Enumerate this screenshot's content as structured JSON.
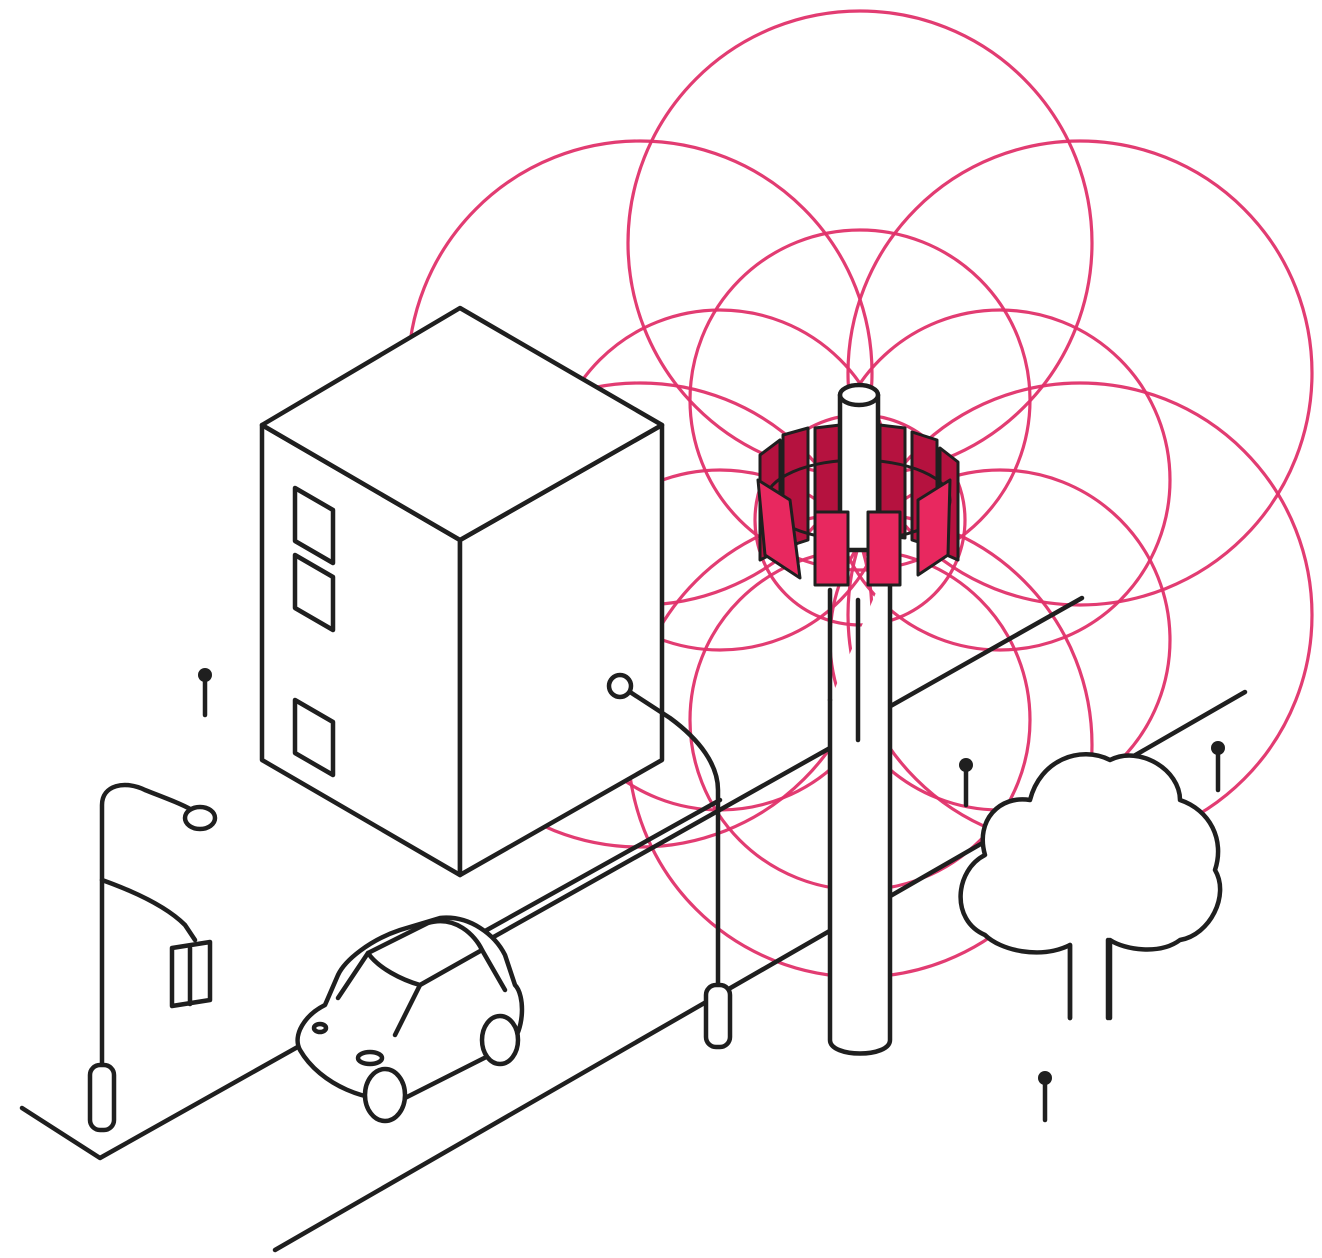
{
  "title": "",
  "colors": {
    "signal": "#e0316a",
    "signal_fill": "#e8285f",
    "signal_dark": "#b5123f",
    "ink": "#1f1f1f",
    "background": "#ffffff"
  },
  "illustration": {
    "subject": "cell-tower-coverage",
    "signal_ring_count": 13,
    "antenna_panel_count": 8,
    "small_antenna_count": 4,
    "street_lamp_count": 2,
    "icons": [
      "building-icon",
      "car-icon",
      "tree-icon",
      "street-lamp-icon",
      "cell-tower-icon",
      "antenna-icon"
    ]
  }
}
